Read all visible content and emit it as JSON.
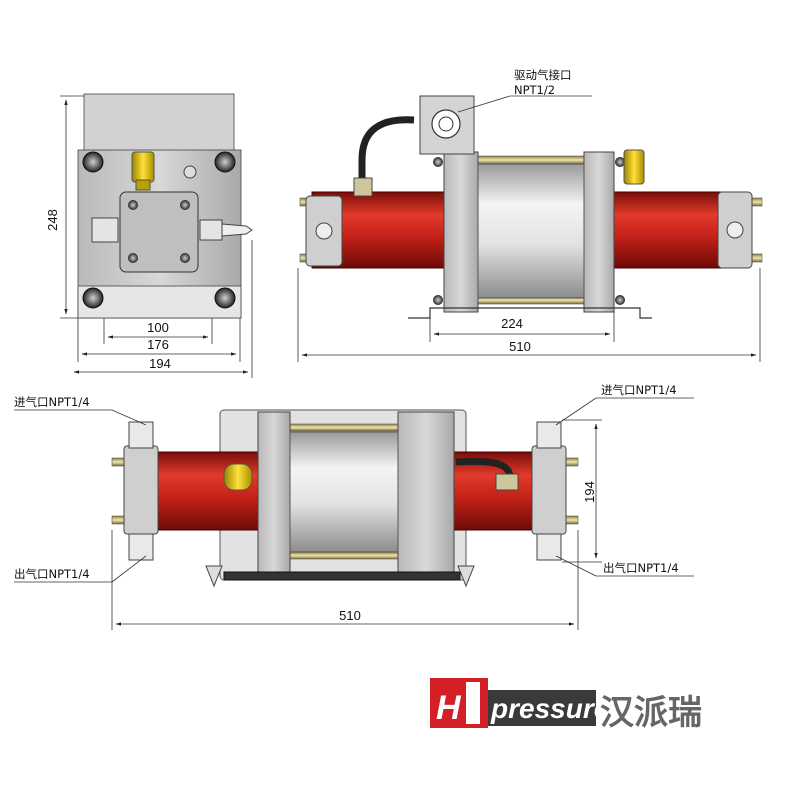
{
  "front_view": {
    "height_dim": "248",
    "width_dims": [
      "100",
      "176",
      "194"
    ]
  },
  "side_view": {
    "callout_title": "驱动气接口",
    "callout_spec": "NPT1/2",
    "mount_dim": "224",
    "length_dim": "510"
  },
  "top_view": {
    "inlet_left": "进气口NPT1/4",
    "outlet_left": "出气口NPT1/4",
    "inlet_right": "进气口NPT1/4",
    "outlet_right": "出气口NPT1/4",
    "depth_dim": "194",
    "length_dim": "510"
  },
  "logo": {
    "mark": "H",
    "word": "pressure",
    "cn": "汉派瑞",
    "colors": {
      "red": "#d51f26",
      "dark": "#3a3a3a",
      "gray": "#6b6b6b"
    }
  },
  "colors": {
    "cylinder_red": "#c9241b",
    "metal_gray": "#c8c8c8",
    "brass": "#e5c200",
    "chrome": "#e9e9e9"
  }
}
